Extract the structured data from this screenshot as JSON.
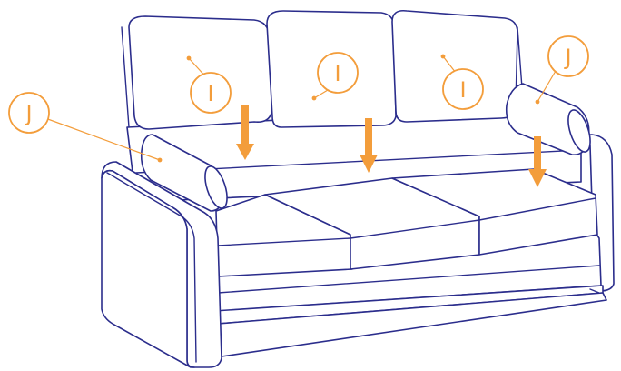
{
  "colors": {
    "outline": "#2b2d8c",
    "accent": "#f39d3b"
  },
  "callouts": [
    {
      "label": "I",
      "part": "back-cushion-left"
    },
    {
      "label": "I",
      "part": "back-cushion-middle"
    },
    {
      "label": "I",
      "part": "back-cushion-right"
    },
    {
      "label": "J",
      "part": "bolster-left"
    },
    {
      "label": "J",
      "part": "bolster-right"
    }
  ]
}
